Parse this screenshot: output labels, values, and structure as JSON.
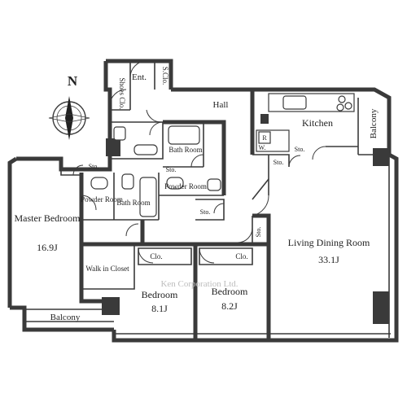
{
  "compass": {
    "label": "N"
  },
  "rooms": {
    "entrance": "Ent.",
    "shoes_closet": "Shoes Clo.",
    "storage_closet": "S.Clo.",
    "hall": "Hall",
    "kitchen": "Kitchen",
    "refrigerator": "R",
    "washer": "W.",
    "kitchen_storage": "Sto.",
    "kitchen_storage_2": "Sto.",
    "balcony_east": "Balcony",
    "bath_room_1": "Bath Room",
    "storage_1": "Sto.",
    "storage_2": "Sto.",
    "storage_3": "Sto.",
    "storage_4": "Sto.",
    "powder_room_1": "Powder Room",
    "powder_room_2": "Powder Room",
    "bath_room_2": "Bath Room",
    "master_bedroom": "Master Bedroom",
    "master_bedroom_size": "16.9J",
    "walk_in_closet": "Walk in Closet",
    "closet_1": "Clo.",
    "closet_2": "Clo.",
    "bedroom_1": "Bedroom",
    "bedroom_1_size": "8.1J",
    "bedroom_2": "Bedroom",
    "bedroom_2_size": "8.2J",
    "living_dining": "Living Dining Room",
    "living_dining_size": "33.1J",
    "balcony_south": "Balcony"
  },
  "watermark": "Ken Corporation Ltd.",
  "colors": {
    "wall": "#3a3a3a",
    "background": "#ffffff"
  }
}
